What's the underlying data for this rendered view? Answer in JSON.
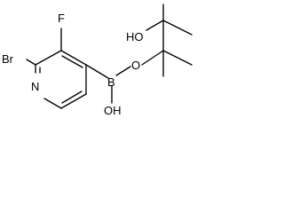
{
  "molecule": {
    "atoms": {
      "bromine": "Br",
      "fluorine": "F",
      "ring_nitrogen": "N",
      "boron": "B",
      "boron_hydroxyl": "OH",
      "ester_oxygen": "O",
      "pinacol_hydroxyl": "HO"
    }
  }
}
